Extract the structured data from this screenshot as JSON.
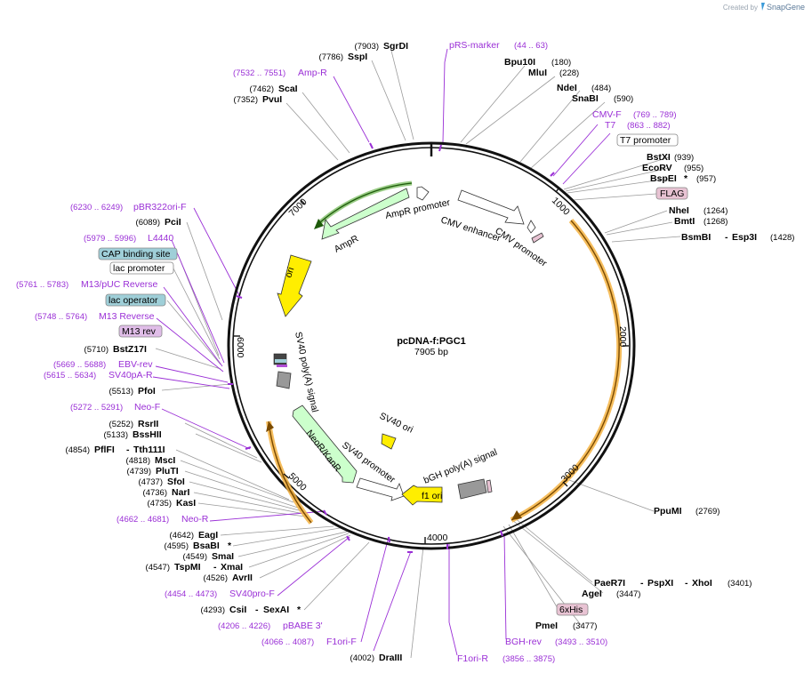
{
  "credit": {
    "prefix": "Created by",
    "brand": "SnapGene"
  },
  "plasmid": {
    "name": "pcDNA-f:PGC1",
    "length": "7905 bp"
  },
  "ticks": [
    "1000",
    "2000",
    "3000",
    "4000",
    "5000",
    "6000",
    "7000"
  ],
  "inner_features": {
    "ampr_promoter": "AmpR promoter",
    "ampr": "AmpR",
    "ori": "ori",
    "cmv_enhancer": "CMV enhancer",
    "cmv_promoter": "CMV promoter",
    "sv40_polya": "SV40 poly(A) signal",
    "sv40_ori": "SV40 ori",
    "neor": "NeoR/KanR",
    "sv40_promoter": "SV40 promoter",
    "bgh_polya": "bGH poly(A) signal",
    "f1_ori": "f1 ori"
  },
  "labels": {
    "sgrdi": {
      "name": "SgrDI",
      "pos": "(7903)"
    },
    "sspi": {
      "name": "SspI",
      "pos": "(7786)"
    },
    "prs_marker": {
      "name": "pRS-marker",
      "pos": "(44 .. 63)"
    },
    "bpu10i": {
      "name": "Bpu10I",
      "pos": "(180)"
    },
    "mlui": {
      "name": "MluI",
      "pos": "(228)"
    },
    "ampr_primer": {
      "name": "Amp-R",
      "pos": "(7532 .. 7551)"
    },
    "scai": {
      "name": "ScaI",
      "pos": "(7462)"
    },
    "pvui": {
      "name": "PvuI",
      "pos": "(7352)"
    },
    "ndei": {
      "name": "NdeI",
      "pos": "(484)"
    },
    "snabi": {
      "name": "SnaBI",
      "pos": "(590)"
    },
    "cmvf": {
      "name": "CMV-F",
      "pos": "(769 .. 789)"
    },
    "t7": {
      "name": "T7",
      "pos": "(863 .. 882)"
    },
    "t7_promoter": {
      "name": "T7 promoter"
    },
    "bstxi": {
      "name": "BstXI",
      "pos": "(939)"
    },
    "ecorv": {
      "name": "EcoRV",
      "pos": "(955)"
    },
    "bspei": {
      "name": "BspEI",
      "star": "*",
      "pos": "(957)"
    },
    "flag": {
      "name": "FLAG"
    },
    "nhei": {
      "name": "NheI",
      "pos": "(1264)"
    },
    "bmti": {
      "name": "BmtI",
      "pos": "(1268)"
    },
    "bsmbi": {
      "name": "BsmBI",
      "sep": "-",
      "name2": "Esp3I",
      "pos": "(1428)"
    },
    "pbr322": {
      "name": "pBR322ori-F",
      "pos": "(6230 .. 6249)"
    },
    "pcii": {
      "name": "PciI",
      "pos": "(6089)"
    },
    "l4440": {
      "name": "L4440",
      "pos": "(5979 .. 5996)"
    },
    "cap": {
      "name": "CAP binding site"
    },
    "lac_promoter": {
      "name": "lac promoter"
    },
    "m13puc": {
      "name": "M13/pUC Reverse",
      "pos": "(5761 .. 5783)"
    },
    "lac_operator": {
      "name": "lac operator"
    },
    "m13rev": {
      "name": "M13 Reverse",
      "pos": "(5748 .. 5764)"
    },
    "m13rev_feat": {
      "name": "M13 rev"
    },
    "bstz17i": {
      "name": "BstZ17I",
      "pos": "(5710)"
    },
    "ebvrev": {
      "name": "EBV-rev",
      "pos": "(5669 .. 5688)"
    },
    "sv40par": {
      "name": "SV40pA-R",
      "pos": "(5615 .. 5634)"
    },
    "pfoi": {
      "name": "PfoI",
      "pos": "(5513)"
    },
    "neof": {
      "name": "Neo-F",
      "pos": "(5272 .. 5291)"
    },
    "rsrii": {
      "name": "RsrII",
      "pos": "(5252)"
    },
    "bsshii": {
      "name": "BssHII",
      "pos": "(5133)"
    },
    "pflfi": {
      "name": "PflFI",
      "sep": "-",
      "name2": "Tth111I",
      "pos": "(4854)"
    },
    "msci": {
      "name": "MscI",
      "pos": "(4818)"
    },
    "pluti": {
      "name": "PluTI",
      "pos": "(4739)"
    },
    "sfoi": {
      "name": "SfoI",
      "pos": "(4737)"
    },
    "nari": {
      "name": "NarI",
      "pos": "(4736)"
    },
    "kasi": {
      "name": "KasI",
      "pos": "(4735)"
    },
    "neor_primer": {
      "name": "Neo-R",
      "pos": "(4662 .. 4681)"
    },
    "eagi": {
      "name": "EagI",
      "pos": "(4642)"
    },
    "bsabi": {
      "name": "BsaBI",
      "star": "*",
      "pos": "(4595)"
    },
    "smai": {
      "name": "SmaI",
      "pos": "(4549)"
    },
    "tspmi": {
      "name": "TspMI",
      "sep": "-",
      "name2": "XmaI",
      "pos": "(4547)"
    },
    "avrii": {
      "name": "AvrII",
      "pos": "(4526)"
    },
    "sv40pro": {
      "name": "SV40pro-F",
      "pos": "(4454 .. 4473)"
    },
    "csii": {
      "name": "CsiI",
      "sep": "-",
      "name2": "SexAI",
      "star": "*",
      "pos": "(4293)"
    },
    "pbabe": {
      "name": "pBABE 3'",
      "pos": "(4206 .. 4226)"
    },
    "f1orif": {
      "name": "F1ori-F",
      "pos": "(4066 .. 4087)"
    },
    "draiii": {
      "name": "DraIII",
      "pos": "(4002)"
    },
    "f1orir": {
      "name": "F1ori-R",
      "pos": "(3856 .. 3875)"
    },
    "bghrev": {
      "name": "BGH-rev",
      "pos": "(3493 .. 3510)"
    },
    "pmei": {
      "name": "PmeI",
      "pos": "(3477)"
    },
    "his6": {
      "name": "6xHis"
    },
    "agei": {
      "name": "AgeI",
      "pos": "(3447)"
    },
    "paer7i": {
      "name": "PaeR7I",
      "sep": "-",
      "name2": "PspXI",
      "sep2": "-",
      "name3": "XhoI",
      "pos": "(3401)"
    },
    "ppumi": {
      "name": "PpuMI",
      "pos": "(2769)"
    }
  },
  "colors": {
    "primer": "#9a2fd6",
    "ori": "#ffee00",
    "ampr": "#ccffcc",
    "insert": "#f5b342",
    "flag": "#e8c3d3",
    "cap": "#9fcfd8",
    "polya": "#999999"
  }
}
